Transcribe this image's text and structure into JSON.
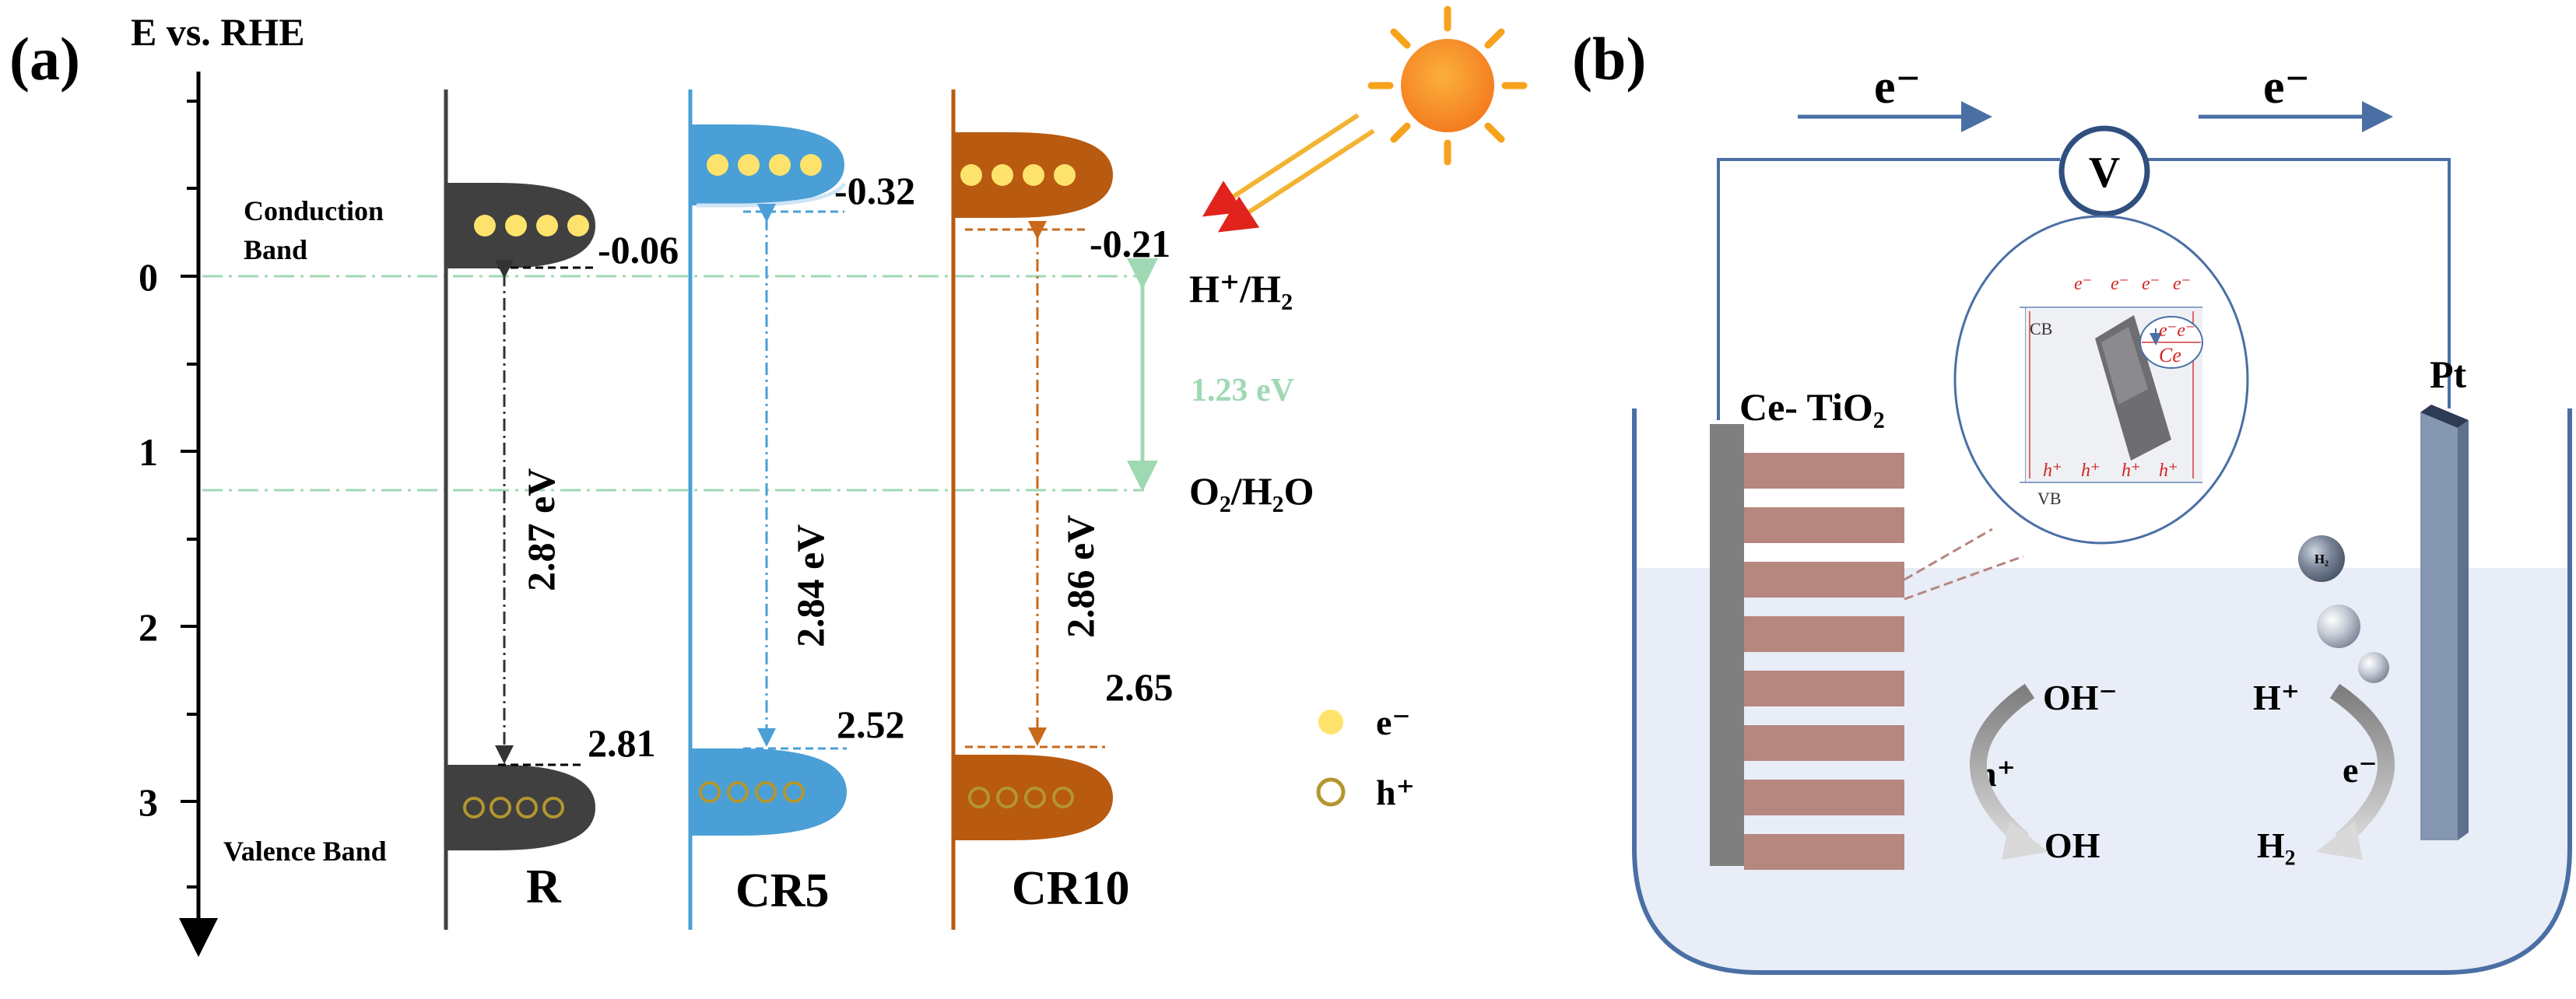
{
  "panel_a": {
    "label": "(a)",
    "axis_title": "E vs. RHE",
    "y_ticks": [
      "0",
      "1",
      "2",
      "3"
    ],
    "samples": [
      {
        "name": "R",
        "cb_value": "-0.06",
        "vb_value": "2.81",
        "gap": "2.87 eV",
        "color": "#404040"
      },
      {
        "name": "CR5",
        "cb_value": "-0.32",
        "vb_value": "2.52",
        "gap": "2.84 eV",
        "color": "#4a9fd6"
      },
      {
        "name": "CR10",
        "cb_value": "-0.21",
        "vb_value": "2.65",
        "gap": "2.86 eV",
        "color": "#b85a10"
      }
    ],
    "conduction_band_label": [
      "Conduction",
      "Band"
    ],
    "valence_band_label": "Valence Band",
    "redox_h": "H⁺/H₂",
    "redox_o": "O₂/H₂O",
    "water_gap": "1.23 eV",
    "legend": {
      "electron": "e⁻",
      "hole": "h⁺"
    },
    "colors": {
      "electron": "#fde36b",
      "hole_ring": "#b3962e",
      "water": "#9fd9b4"
    }
  },
  "panel_b": {
    "label": "(b)",
    "electron_left": "e⁻",
    "electron_right": "e⁻",
    "voltmeter": "V",
    "anode_label": "Ce- TiO₂",
    "cathode_label": "Pt",
    "inset": {
      "cb": "CB",
      "vb": "VB",
      "electrons": [
        "e⁻",
        "e⁻",
        "e⁻",
        "e⁻"
      ],
      "holes": [
        "h⁺",
        "h⁺",
        "h⁺",
        "h⁺"
      ],
      "ce_electrons": "e⁻e⁻",
      "ce": "Ce"
    },
    "bubble": "H₂",
    "oh_minus": "OH⁻",
    "hole": "h⁺",
    "oh_radical": "· OH",
    "h_plus": "H⁺",
    "electron": "e⁻",
    "h2": "H₂",
    "colors": {
      "wire": "#4a6fa5",
      "electrolyte": "#e8edf7",
      "anode": "#7f7f7f",
      "film": "#b5877f",
      "cathode": "#8496b0"
    }
  }
}
